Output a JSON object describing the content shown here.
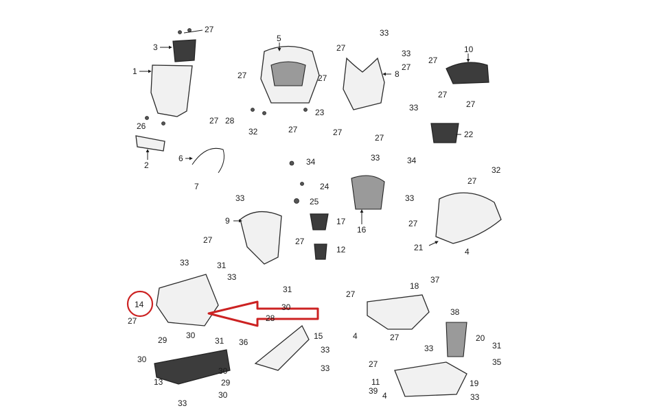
{
  "diagram": {
    "labels": {
      "p1": "1",
      "p2": "2",
      "p3": "3",
      "p5": "5",
      "p6": "6",
      "p7": "7",
      "p8": "8",
      "p9": "9",
      "p10": "10",
      "p12": "12",
      "p13": "13",
      "p14": "14",
      "p15": "15",
      "p16": "16",
      "p17": "17",
      "p18": "18",
      "p19": "19",
      "p20": "20",
      "p21": "21",
      "p22": "22",
      "p23": "23",
      "p24": "24",
      "p25": "25",
      "p26": "26",
      "p28": "28",
      "p29": "29",
      "p30": "30",
      "p31": "31",
      "p32": "32",
      "p33": "33",
      "p34": "34",
      "p35": "35",
      "p36": "36",
      "p37": "37",
      "p38": "38",
      "p39": "39",
      "p4": "4",
      "p11": "11",
      "p27": "27"
    },
    "highlight": {
      "circled_label": "14",
      "arrow_color": "#cc2222"
    }
  }
}
